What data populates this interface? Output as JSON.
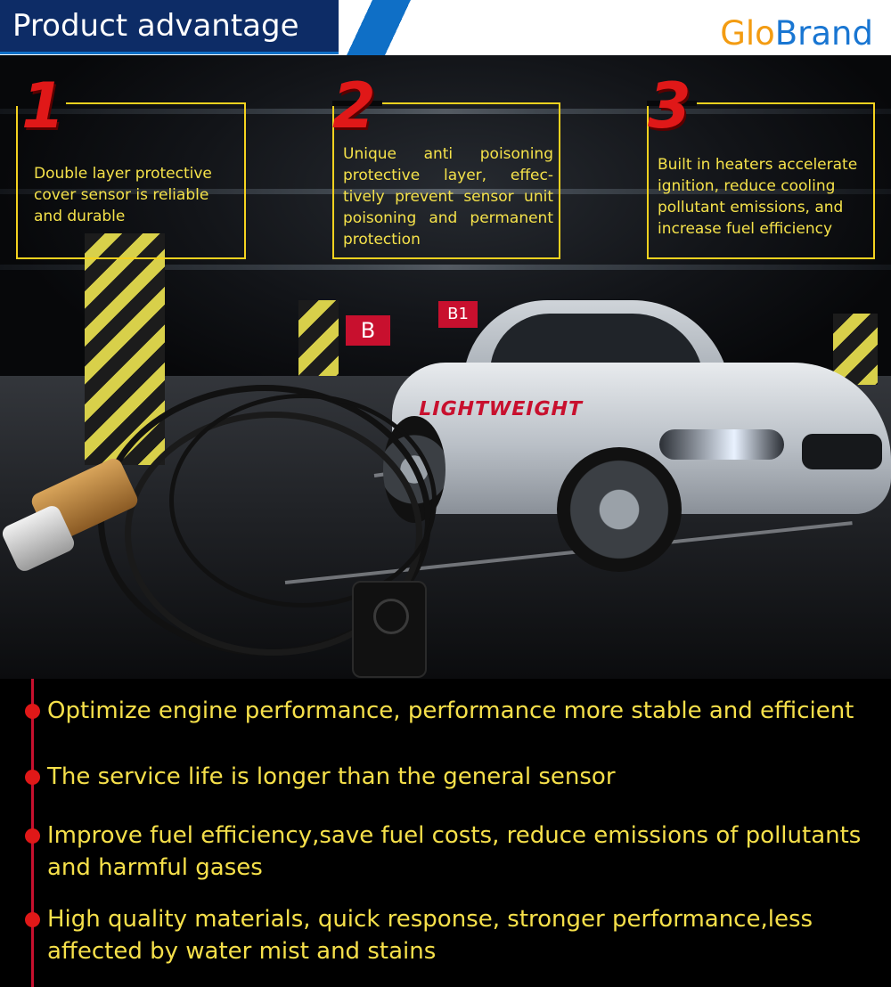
{
  "header": {
    "title": "Product advantage",
    "brand_part1": "Glo",
    "brand_part2": "Brand"
  },
  "scene": {
    "sign_b": "B",
    "sign_b1": "B1",
    "car_decal": "LIGHTWEIGHT"
  },
  "features": [
    {
      "number": "1",
      "text": "Double layer protective cover sensor is reliable and durable"
    },
    {
      "number": "2",
      "text": "Unique anti poisoning protective layer, effec-tively prevent sensor unit poisoning and permanent protection"
    },
    {
      "number": "3",
      "text": "Built in heaters accelerate ignition, reduce cooling pollutant emissions, and increase fuel efficiency"
    }
  ],
  "bullets": [
    "Optimize engine performance, performance more stable and efficient",
    "The service life is longer than the general sensor",
    "Improve fuel efficiency,save fuel costs, reduce emissions of pollutants and harmful gases",
    "High quality materials, quick response, stronger performance,less affected by water mist and stains"
  ],
  "colors": {
    "header_blue": "#0d2c66",
    "accent_blue": "#0f6fc6",
    "brand_orange": "#f39c12",
    "brand_blue": "#1976d2",
    "feature_yellow": "#f4d21f",
    "number_red": "#e01818",
    "bullet_text": "#f6e04a"
  }
}
